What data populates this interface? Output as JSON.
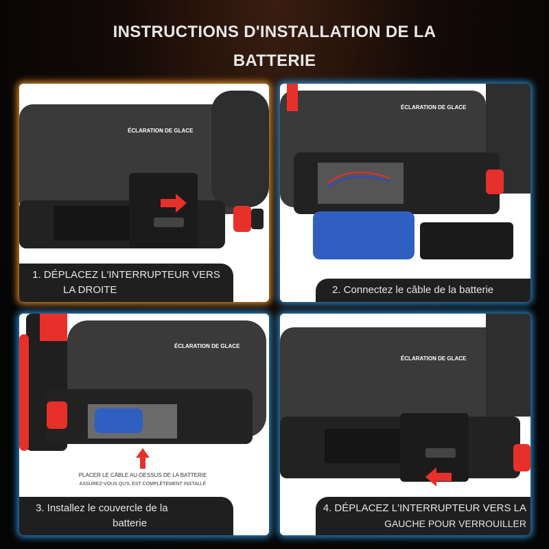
{
  "title": {
    "line1": "INSTRUCTIONS D'INSTALLATION DE LA",
    "line2": "BATTERIE"
  },
  "brand_label": "ÉCLARATION DE GLACE",
  "steps": [
    {
      "caption_line1": "1. DÉPLACEZ L'INTERRUPTEUR VERS",
      "caption_line2": "LA DROITE"
    },
    {
      "caption_line1": "2. Connectez le câble de la batterie"
    },
    {
      "caption_line1": "3. Installez le couvercle de la",
      "caption_line2": "batterie",
      "note_line1": "PLACER LE CÂBLE AU-DESSUS DE LA BATTERIE",
      "note_line2": "ASSUREZ-VOUS QU'IL EST COMPLÈTEMENT INSTALLÉ"
    },
    {
      "caption_line1": "4. DÉPLACEZ L'INTERRUPTEUR VERS LA",
      "caption_line2": "GAUCHE POUR VERROUILLER"
    }
  ],
  "colors": {
    "accent_red": "#e8302a",
    "glow_orange": "#d98a2a",
    "glow_blue": "#2a86c8"
  }
}
